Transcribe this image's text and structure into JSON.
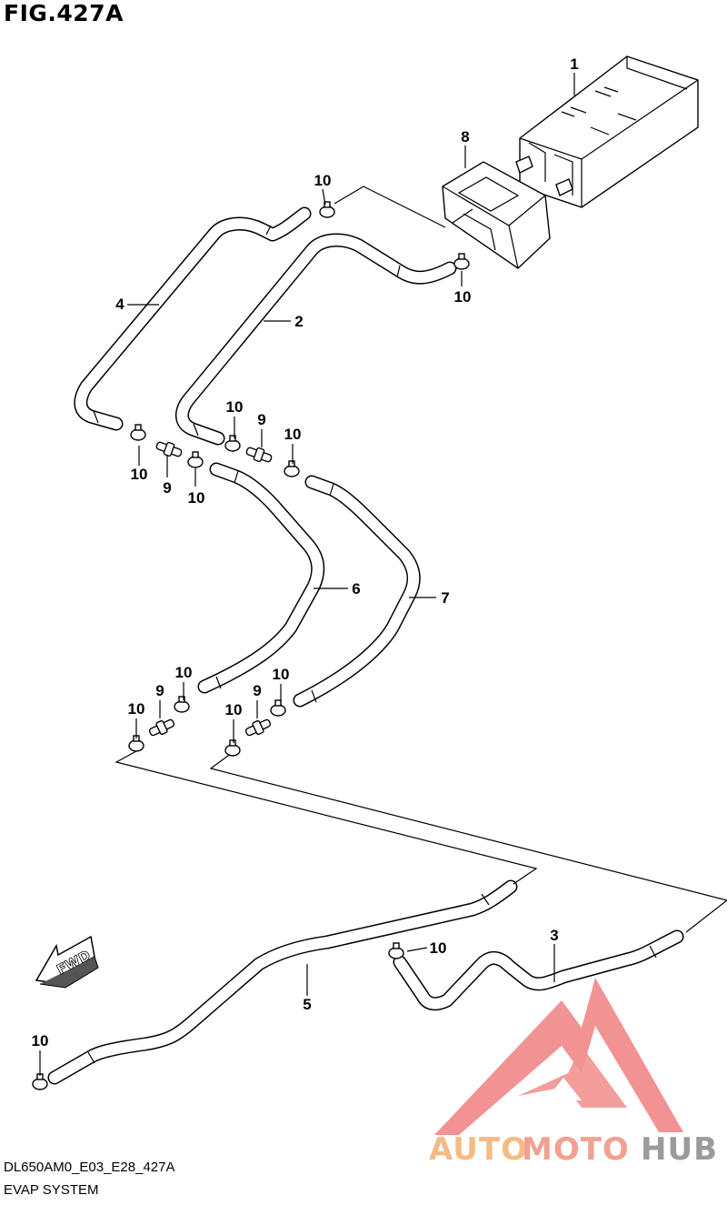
{
  "figure": {
    "title": "FIG.427A",
    "code": "DL650AM0_E03_E28_427A",
    "system_name": "EVAP SYSTEM"
  },
  "callouts": {
    "c1": "1",
    "c2": "2",
    "c3": "3",
    "c4": "4",
    "c5": "5",
    "c6": "6",
    "c7": "7",
    "c8": "8",
    "c9_a": "9",
    "c9_b": "9",
    "c9_c": "9",
    "c9_d": "9",
    "c10_a": "10",
    "c10_b": "10",
    "c10_c": "10",
    "c10_d": "10",
    "c10_e": "10",
    "c10_f": "10",
    "c10_g": "10",
    "c10_h": "10",
    "c10_i": "10",
    "c10_j": "10",
    "c10_k": "10",
    "c10_l": "10"
  },
  "direction_marker": {
    "label": "FWD"
  },
  "watermark": {
    "brand_part1": "AUTO",
    "brand_part2": "MOTO",
    "brand_part3": "HUB",
    "color_part1": "#f5b070",
    "color_part2": "#f0907e",
    "color_part3": "#8a8a8a",
    "logo_color": "#f08080"
  }
}
